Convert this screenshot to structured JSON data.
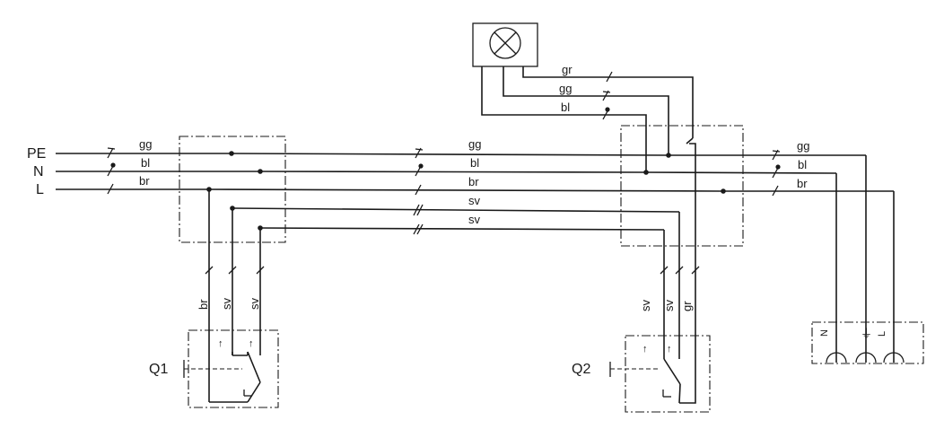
{
  "lines": {
    "pe": "PE",
    "n": "N",
    "l": "L"
  },
  "conductors": {
    "gg": "gg",
    "bl": "bl",
    "br": "br",
    "sv": "sv",
    "gr": "gr"
  },
  "switches": {
    "q1": "Q1",
    "q2": "Q2"
  },
  "socket": {
    "n": "N",
    "pe": "⏚",
    "l": "L"
  },
  "arrow_symbol": "↑"
}
